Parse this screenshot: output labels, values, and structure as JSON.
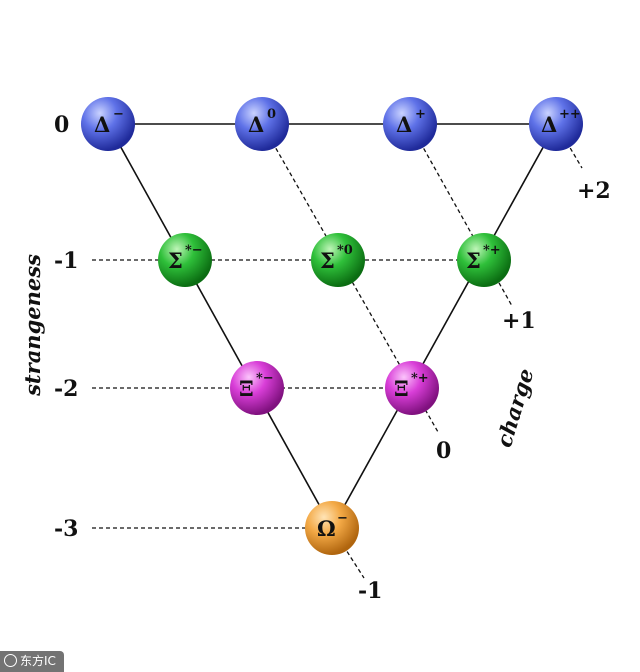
{
  "axes": {
    "strangeness_title": "strangeness",
    "charge_title": "charge"
  },
  "strangeness_levels": [
    {
      "label": "0"
    },
    {
      "label": "-1"
    },
    {
      "label": "-2"
    },
    {
      "label": "-3"
    }
  ],
  "charge_levels": [
    {
      "label": "+2"
    },
    {
      "label": "+1"
    },
    {
      "label": "0"
    },
    {
      "label": "-1"
    }
  ],
  "particles": [
    {
      "id": "delta-minus",
      "symbol": "Δ",
      "sup": "−",
      "strangeness": 0,
      "charge": -1,
      "color": "#4457d8"
    },
    {
      "id": "delta-zero",
      "symbol": "Δ",
      "sup": "0",
      "strangeness": 0,
      "charge": 0,
      "color": "#4457d8"
    },
    {
      "id": "delta-plus",
      "symbol": "Δ",
      "sup": "+",
      "strangeness": 0,
      "charge": 1,
      "color": "#4457d8"
    },
    {
      "id": "delta-plusplus",
      "symbol": "Δ",
      "sup": "++",
      "strangeness": 0,
      "charge": 2,
      "color": "#4457d8"
    },
    {
      "id": "sigma-star-minus",
      "symbol": "Σ",
      "sup": "*−",
      "strangeness": -1,
      "charge": -1,
      "color": "#1fa62a"
    },
    {
      "id": "sigma-star-zero",
      "symbol": "Σ",
      "sup": "*0",
      "strangeness": -1,
      "charge": 0,
      "color": "#1fa62a"
    },
    {
      "id": "sigma-star-plus",
      "symbol": "Σ",
      "sup": "*+",
      "strangeness": -1,
      "charge": 1,
      "color": "#1fa62a"
    },
    {
      "id": "xi-star-minus",
      "symbol": "Ξ",
      "sup": "*−",
      "strangeness": -2,
      "charge": -1,
      "color": "#c225c8"
    },
    {
      "id": "xi-star-zero",
      "symbol": "Ξ",
      "sup": "*+",
      "strangeness": -2,
      "charge": 0,
      "color": "#c225c8"
    },
    {
      "id": "omega-minus",
      "symbol": "Ω",
      "sup": "−",
      "strangeness": -3,
      "charge": -1,
      "color": "#f0a33a"
    }
  ],
  "watermark": {
    "text": "东方IC"
  }
}
